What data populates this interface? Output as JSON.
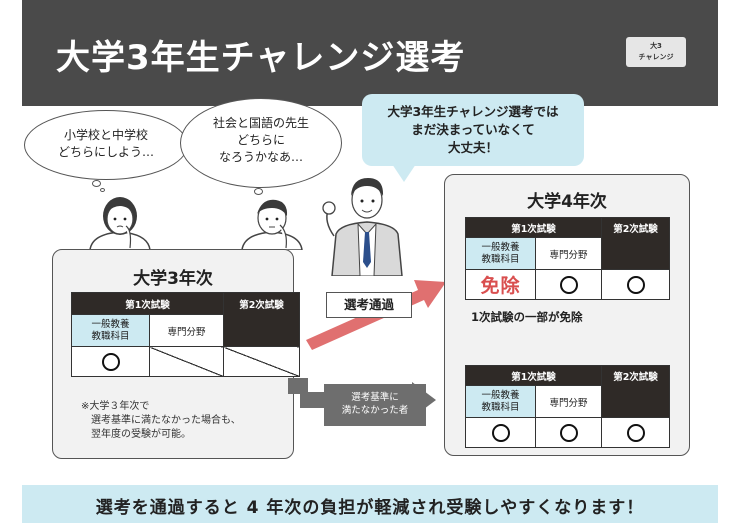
{
  "header": {
    "title": "大学3年生チャレンジ選考",
    "tag_line1": "大3",
    "tag_line2": "チャレンジ"
  },
  "bubbles": {
    "student1": [
      "小学校と中学校",
      "どちらにしよう…"
    ],
    "student2": [
      "社会と国語の先生",
      "どちらに",
      "なろうかなあ…"
    ],
    "advisor": [
      "大学3年生チャレンジ選考では",
      "まだ決まっていなくて",
      "大丈夫！"
    ]
  },
  "year3": {
    "title": "大学3年次",
    "first_exam": "第1次試験",
    "second_exam": "第2次試験",
    "general_subject": [
      "一般教養",
      "教職科目"
    ],
    "specialty": "専門分野",
    "note": [
      "※大学３年次で",
      "　選考基準に満たなかった場合も、",
      "　翌年度の受験が可能。"
    ]
  },
  "arrows": {
    "pass": "選考通過",
    "fail": [
      "選考基準に",
      "満たなかった者"
    ]
  },
  "year4": {
    "title": "大学4年次",
    "first_exam": "第1次試験",
    "second_exam": "第2次試験",
    "general_subject": [
      "一般教養",
      "教職科目"
    ],
    "specialty": "専門分野",
    "exempt": "免除",
    "partial_exempt": "1次試験の一部が免除"
  },
  "footer": {
    "text": "選考を通過すると 4 年次の負担が軽減され受験しやすくなります！"
  },
  "colors": {
    "header_bg": "#4a4a4a",
    "light_blue": "#cdeaf2",
    "dark_cell": "#2f2a27",
    "exempt_red": "#d94f4f",
    "arrow_red": "#e07070",
    "arrow_gray": "#6e6e6e"
  }
}
